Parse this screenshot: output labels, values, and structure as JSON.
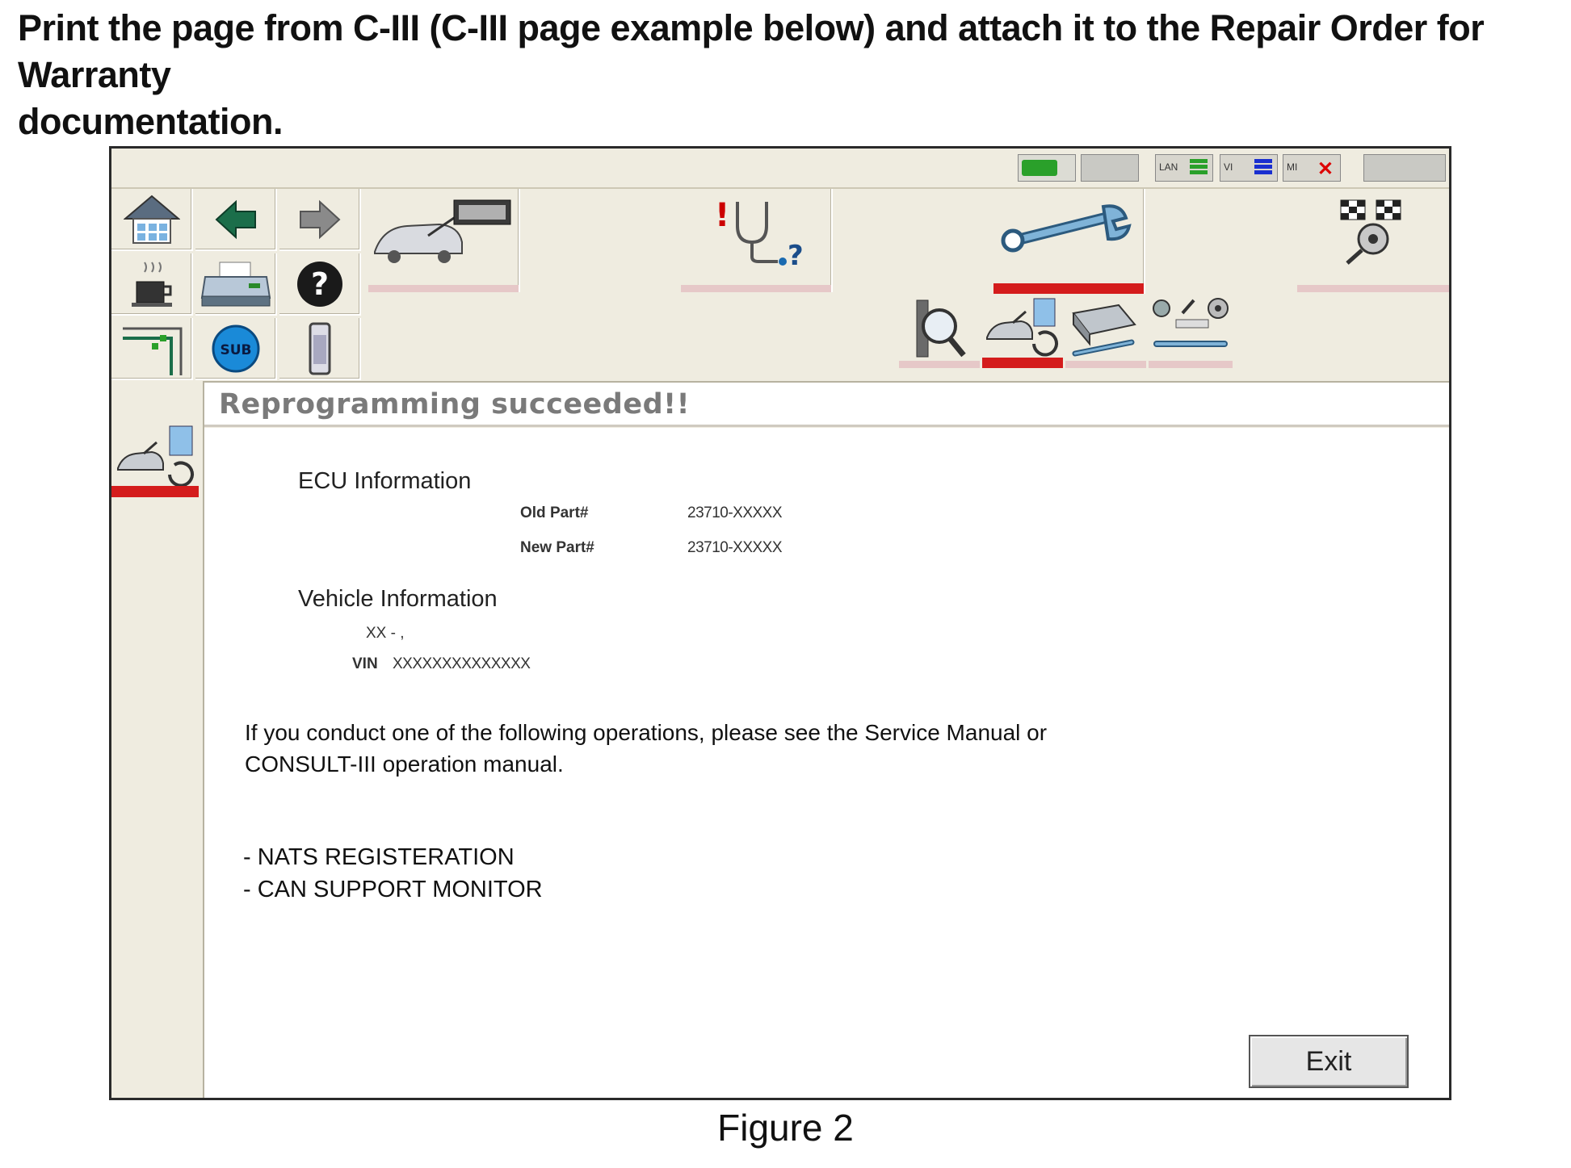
{
  "instruction": {
    "line1": "Print the page from C-III (C-III page example below) and attach it to the Repair Order for Warranty",
    "line2": "documentation."
  },
  "status_bar": {
    "lan_label": "LAN",
    "vi_label": "VI",
    "mi_label": "MI",
    "ecu_color": "#2aa02a",
    "lan_color": "#2aa02a",
    "vi_color": "#1a2fd0",
    "mi_error_color": "#dd0000"
  },
  "toolbar": {
    "left_tools": [
      "home-icon",
      "back-arrow-icon",
      "forward-arrow-icon",
      "coffee-cup-icon",
      "printer-icon",
      "help-icon",
      "screen-capture-icon",
      "sub-button-icon",
      "battery-icon"
    ],
    "sub_label": "SUB",
    "help_symbol": "?",
    "main_tools": [
      "vehicle-connection-icon",
      "diagnosis-stethoscope-icon",
      "wrench-icon",
      "racing-flags-icon"
    ],
    "selected_main": "wrench-icon",
    "sub_tools": [
      "search-magnifier-icon",
      "reprogramming-icon",
      "ecu-service-icon",
      "settings-tools-icon"
    ],
    "selected_sub": "reprogramming-icon",
    "accent_red": "#d41c1c"
  },
  "screen": {
    "title": "Reprogramming succeeded!!",
    "ecu_heading": "ECU Information",
    "old_part_label": "Old Part#",
    "old_part_value": "23710-XXXXX",
    "new_part_label": "New Part#",
    "new_part_value": "23710-XXXXX",
    "vehicle_heading": "Vehicle Information",
    "vehicle_line": "XX - ,",
    "vin_label": "VIN",
    "vin_value": "XXXXXXXXXXXXXX",
    "note_line1": "If you conduct one of  the following operations, please see the Service Manual or",
    "note_line2": "CONSULT-III operation manual.",
    "operations": [
      "- NATS REGISTERATION",
      "- CAN SUPPORT MONITOR"
    ],
    "exit_label": "Exit"
  },
  "caption": "Figure 2"
}
